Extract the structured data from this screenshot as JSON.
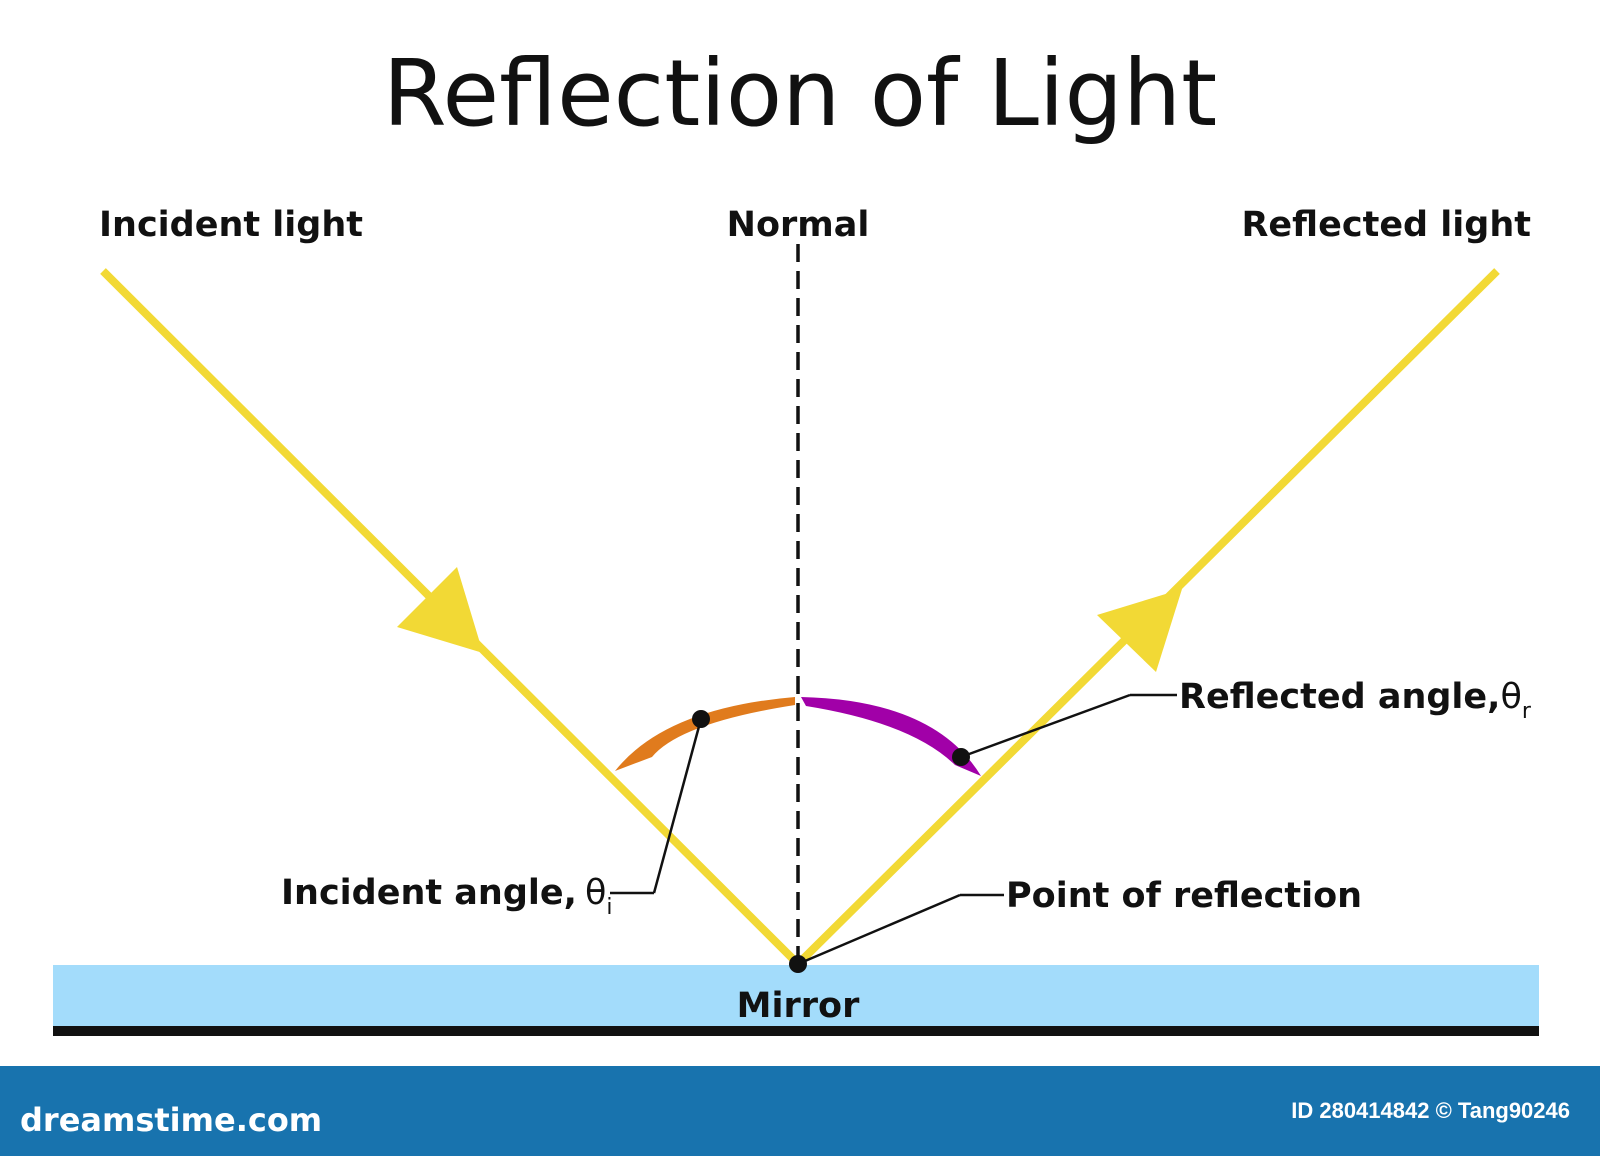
{
  "title": "Reflection of Light",
  "labels": {
    "incident_light": "Incident light",
    "normal": "Normal",
    "reflected_light": "Reflected light",
    "reflected_angle": "Reflected angle,",
    "reflected_angle_symbol": "θ",
    "reflected_angle_sub": "r",
    "incident_angle": "Incident angle,",
    "incident_angle_symbol": "θ",
    "incident_angle_sub": "i",
    "point_of_reflection": "Point of reflection",
    "mirror": "Mirror"
  },
  "footer": {
    "logo": "dreamstime.com",
    "id_text": "ID 280414842 © Tang90246"
  },
  "colors": {
    "ray": "#f2d935",
    "mirror": "#a3dcfb",
    "incident_arc": "#e07b1d",
    "reflected_arc": "#a100a8",
    "footer_bg": "#1873ae"
  }
}
